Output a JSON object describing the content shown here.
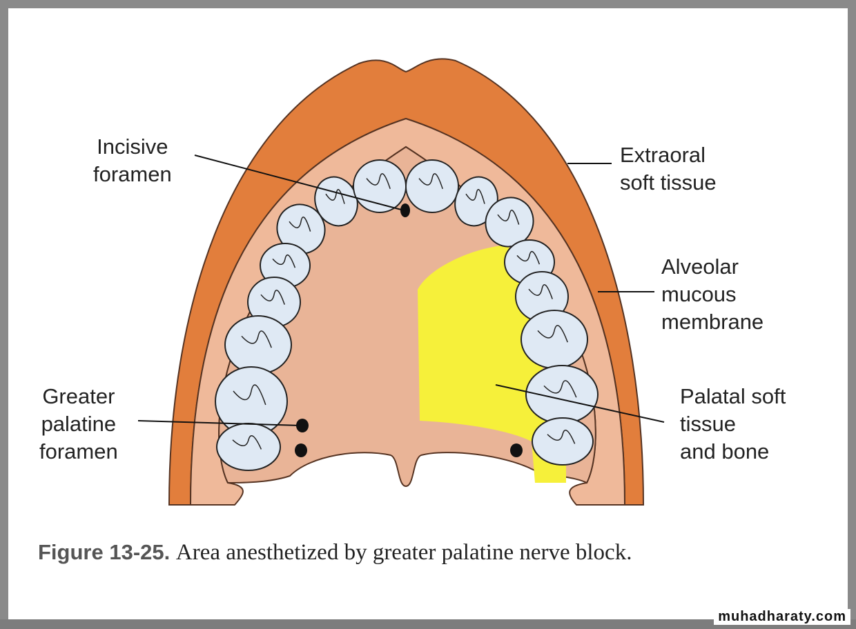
{
  "labels": {
    "incisive": "Incisive\nforamen",
    "extraoral": "Extraoral\nsoft tissue",
    "alveolar": "Alveolar\nmucous\nmembrane",
    "greater_palatine": "Greater\npalatine\nforamen",
    "palatal": "Palatal soft\ntissue\nand bone"
  },
  "caption": {
    "number": "Figure 13-25.",
    "text": "Area anesthetized by greater palatine nerve block."
  },
  "watermark": "muhadharaty.com",
  "colors": {
    "extraoral": "#e27e3c",
    "alveolar": "#efb99a",
    "palate": "#e9b497",
    "anesthetized": "#f6f03a",
    "teeth": "#dfe9f4"
  }
}
